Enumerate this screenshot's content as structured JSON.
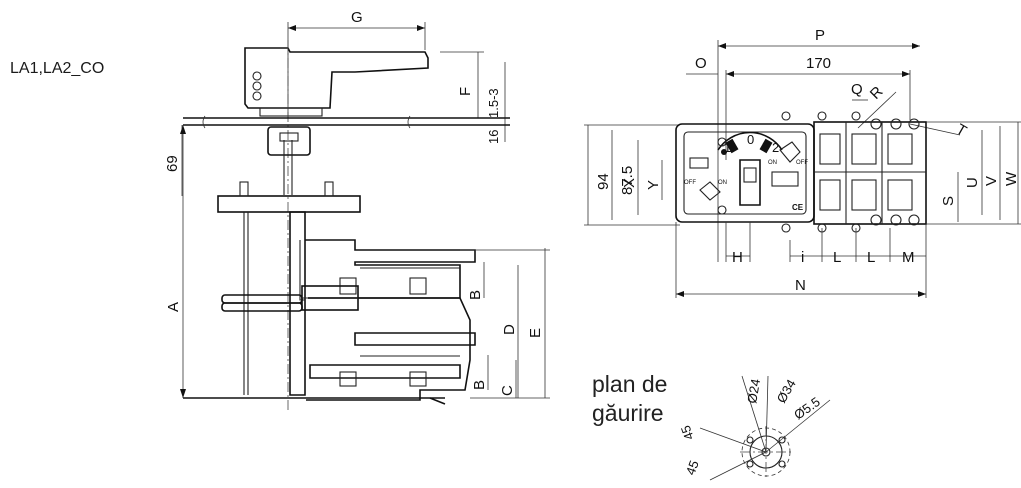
{
  "model_label": "LA1,LA2_CO",
  "drilling_plan": {
    "line1": "plan de",
    "line2": "găurire"
  },
  "side_view_dimensions": {
    "G": "G",
    "F": "F",
    "gap": "1.5-3",
    "plate": "16",
    "height69": "69",
    "A": "A",
    "B_upper": "B",
    "D": "D",
    "E": "E",
    "B_lower": "B",
    "C": "C"
  },
  "front_view_dimensions": {
    "P": "P",
    "O": "O",
    "width170": "170",
    "Q": "Q",
    "R": "R",
    "T": "T",
    "h94": "94",
    "h875": "87.5",
    "X": "X",
    "Y": "Y",
    "H": "H",
    "i": "i",
    "L1": "L",
    "L2": "L",
    "M": "M",
    "N": "N",
    "S": "S",
    "U": "U",
    "V": "V",
    "W": "W"
  },
  "switch_face": {
    "pos_1": "1",
    "pos_0": "0",
    "pos_2": "2",
    "off_left": "OFF",
    "on_left": "ON",
    "on_right": "ON",
    "off_right": "OFF",
    "ce": "CE"
  },
  "drilling_dimensions": {
    "d24": "Ø24",
    "d34": "Ø34",
    "d55": "Ø5.5",
    "a45a": "45",
    "a45b": "45"
  }
}
